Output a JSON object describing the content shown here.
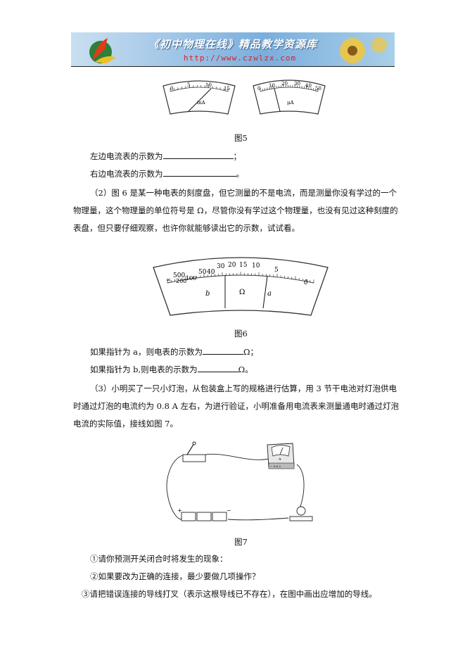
{
  "header": {
    "title": "《初中物理在线》精品教学资源库",
    "url": "http://www.czwlzx.com"
  },
  "fig5": {
    "caption": "图5",
    "left_meter": {
      "ticks": [
        "0",
        "5",
        "10",
        "15"
      ],
      "unit": "mA"
    },
    "right_meter": {
      "ticks": [
        "0",
        "10",
        "20",
        "30",
        "40",
        "50"
      ],
      "unit": "μA"
    }
  },
  "q1": {
    "left_label": "左边电流表的示数为",
    "left_end": "；",
    "right_label": "右边电流表的示数为",
    "right_end": "。"
  },
  "q2": {
    "line1": "（2）图 6 是某一种电表的刻度盘，但它测量的不是电流，而是测量你没有学过的一个",
    "line2": "物理量，这个物理量的单位符号是 Ω，尽管你没有学过这个物理量，也没有见过这种刻度的",
    "line3": "表盘，但只要仔细观察，也许你就能够读出它的示数，试试看。"
  },
  "fig6": {
    "caption": "图6",
    "scale_labels": [
      "∞",
      "500",
      "200",
      "100",
      "50",
      "40",
      "30",
      "20",
      "15",
      "10",
      "5",
      "0"
    ],
    "regions": [
      "b",
      "Ω",
      "a"
    ]
  },
  "q2_answers": {
    "a_label": "如果指针为 a，则电表的示数为",
    "a_unit": "Ω；",
    "b_label": "如果指针为 b,则电表的示数为",
    "b_unit": "Ω。"
  },
  "q3": {
    "line1": "（3）小明买了一只小灯泡，从包装盒上写的规格进行估算，用 3 节干电池对灯泡供电",
    "line2": "时通过灯泡的电流约为 0.8 A 左右，为进行验证，小明准备用电流表来测量通电时通过灯泡",
    "line3": "电流的实际值，接线如图 7。"
  },
  "fig7": {
    "caption": "图7",
    "plus": "+",
    "minus": "−",
    "ammeter_unit": "A",
    "terminals": "− 0.6 3"
  },
  "sub_questions": {
    "s1": "①请你预测开关闭合时将发生的现象：",
    "s2": "②如果要改为正确的连接，最少要做几项操作？",
    "s3": "③请把错误连接的导线打叉（表示这根导线已不存在），在图中画出应增加的导线。"
  }
}
